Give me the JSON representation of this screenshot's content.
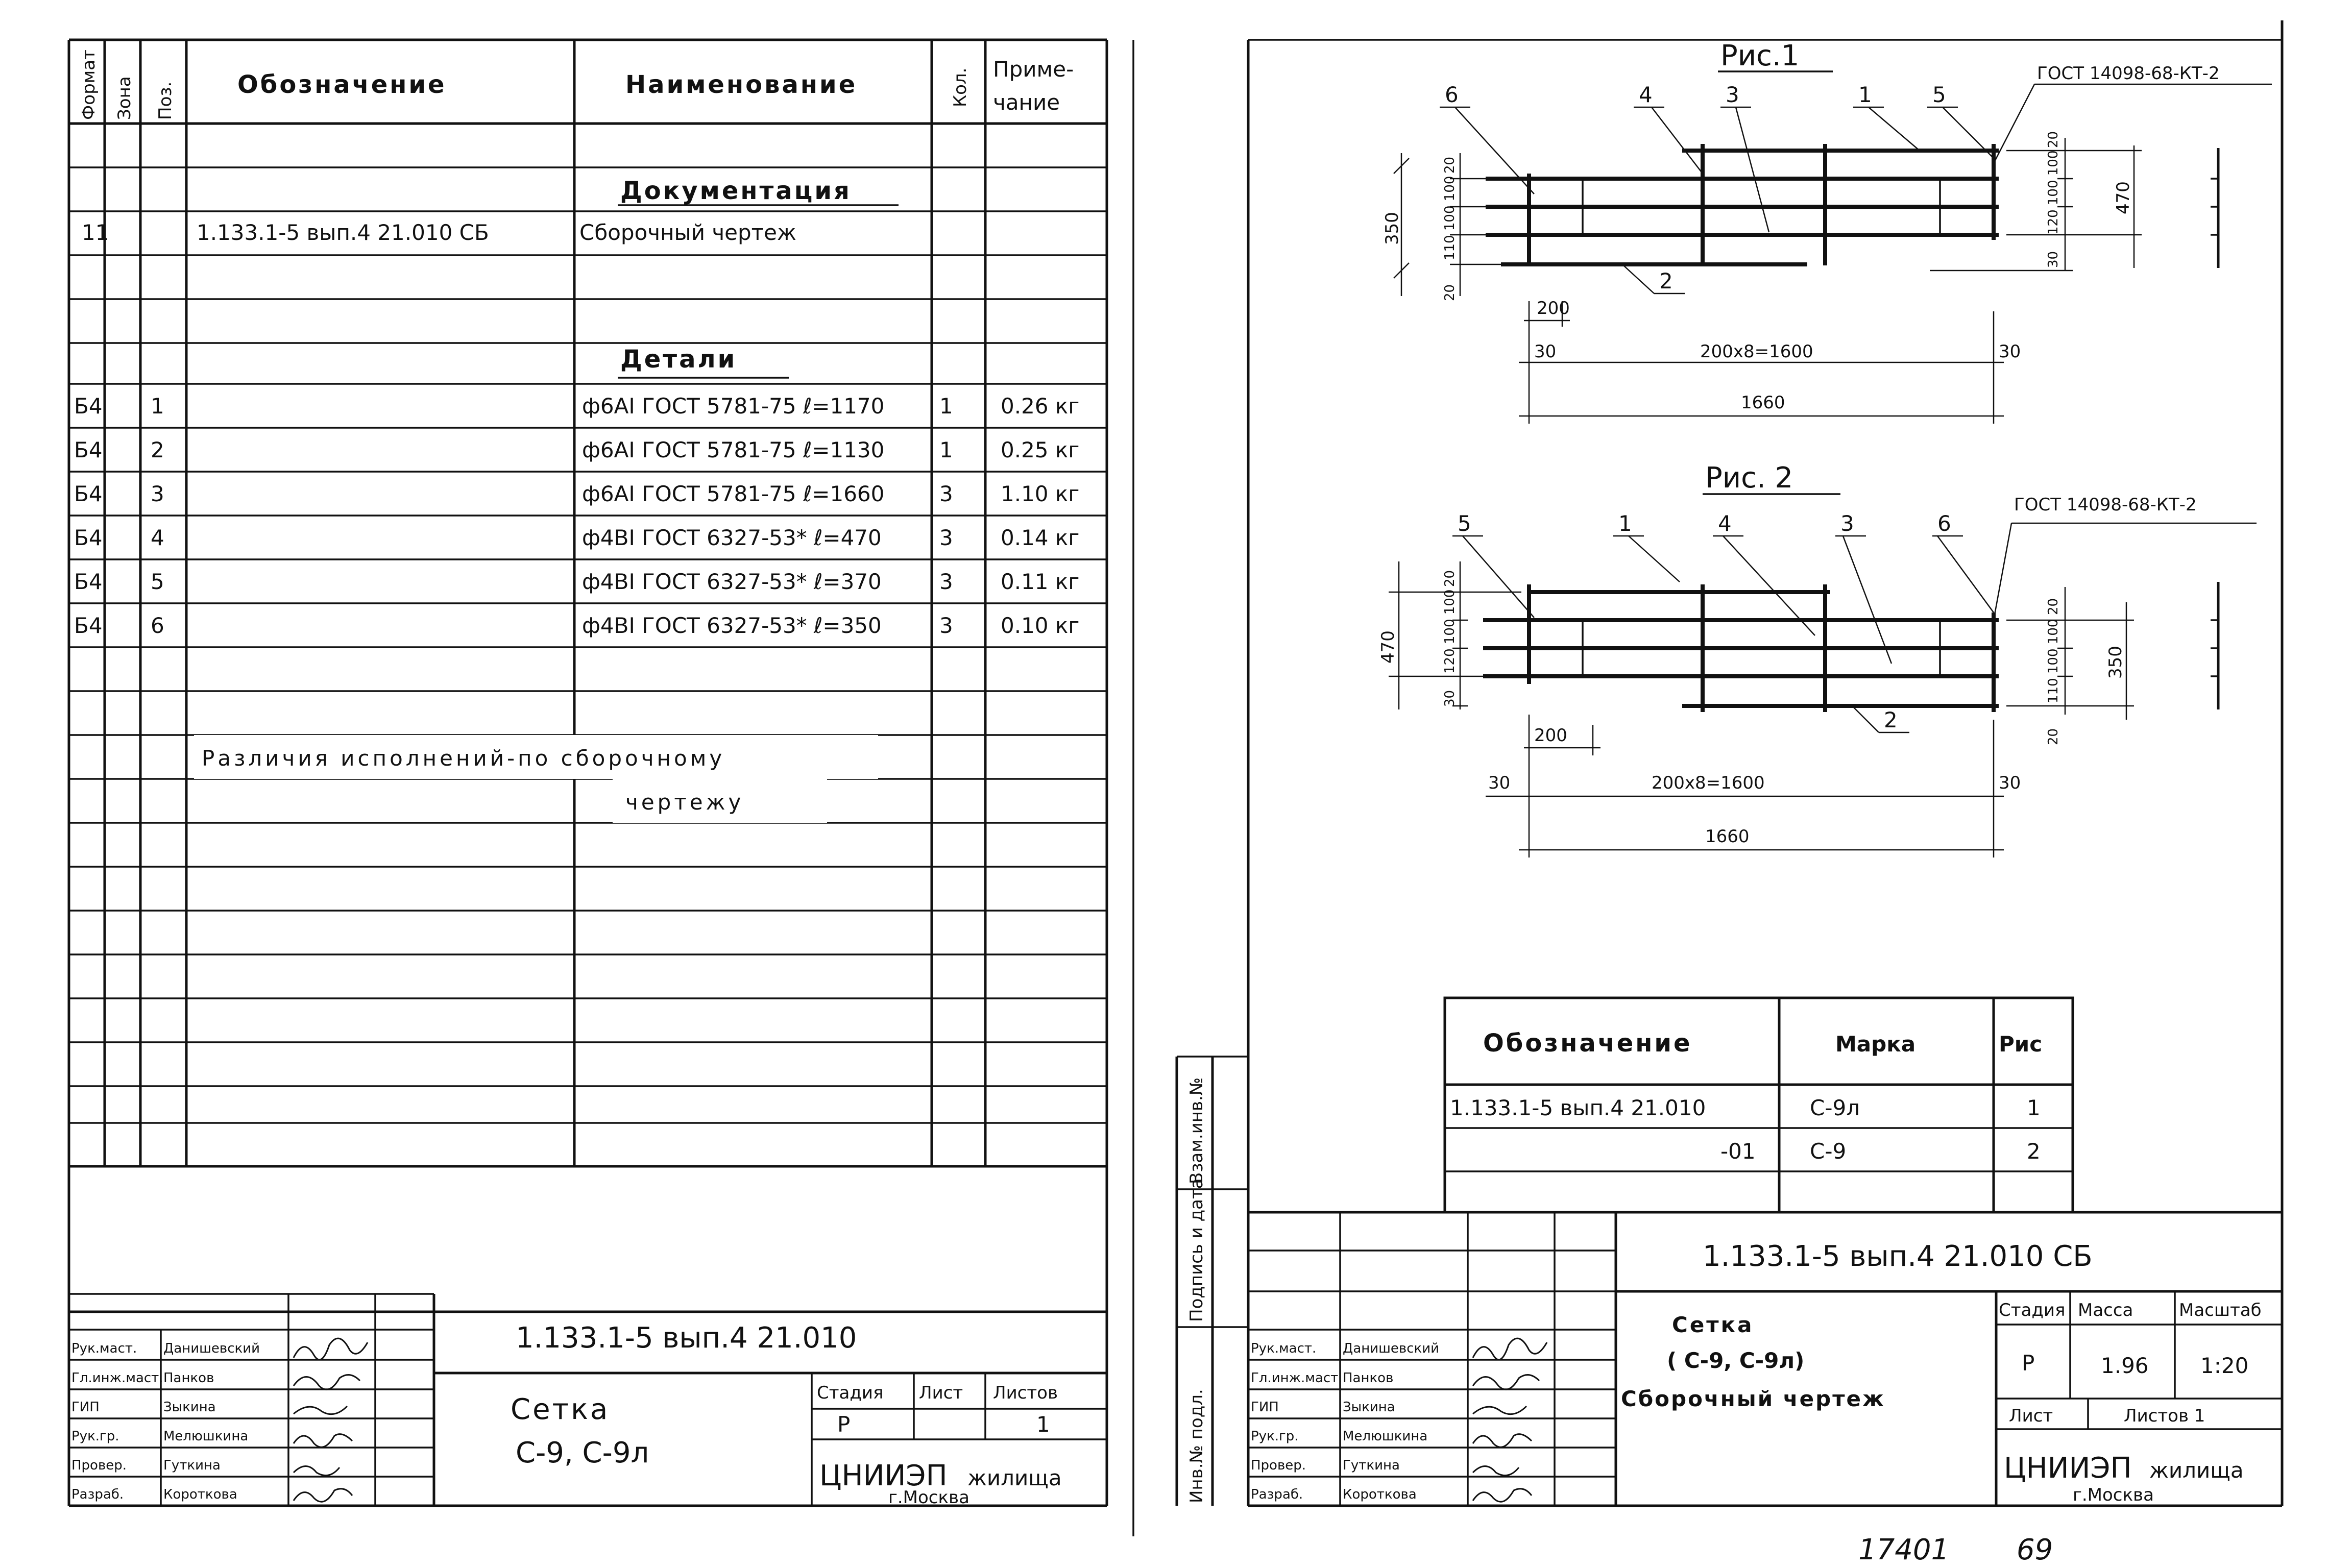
{
  "spec": {
    "header": {
      "format": "Формат",
      "zone": "Зона",
      "pos": "Поз.",
      "designation": "Обозначение",
      "name": "Наименование",
      "qty": "Кол.",
      "note1": "Приме-",
      "note2": "чание"
    },
    "section_docs": "Документация",
    "doc_row": {
      "format": "11",
      "designation": "1.133.1-5 вып.4 21.010 СБ",
      "name": "Сборочный чертеж"
    },
    "section_parts": "Детали",
    "rows": [
      {
        "format": "Б4",
        "pos": "1",
        "name": "ф6АI ГОСТ 5781-75 ℓ=1170",
        "qty": "1",
        "note": "0.26 кг"
      },
      {
        "format": "Б4",
        "pos": "2",
        "name": "ф6АI ГОСТ 5781-75 ℓ=1130",
        "qty": "1",
        "note": "0.25 кг"
      },
      {
        "format": "Б4",
        "pos": "3",
        "name": "ф6АI ГОСТ 5781-75 ℓ=1660",
        "qty": "3",
        "note": "1.10 кг"
      },
      {
        "format": "Б4",
        "pos": "4",
        "name": "ф4ВI ГОСТ 6327-53* ℓ=470",
        "qty": "3",
        "note": "0.14 кг"
      },
      {
        "format": "Б4",
        "pos": "5",
        "name": "ф4ВI ГОСТ 6327-53* ℓ=370",
        "qty": "3",
        "note": "0.11 кг"
      },
      {
        "format": "Б4",
        "pos": "6",
        "name": "ф4ВI ГОСТ 6327-53* ℓ=350",
        "qty": "3",
        "note": "0.10 кг"
      }
    ],
    "variants_note_1": "Различия исполнений-по сборочному",
    "variants_note_2": "чертежу"
  },
  "left_stamp": {
    "code": "1.133.1-5 вып.4 21.010",
    "title1": "Сетка",
    "title2": "С-9, С-9л",
    "stage_label": "Стадия",
    "sheet_label": "Лист",
    "sheets_label": "Листов",
    "stage": "Р",
    "sheets": "1",
    "org1": "ЦНИИЭП",
    "org2": "жилища",
    "org3": "г.Москва",
    "people": [
      {
        "role": "Рук.маст.",
        "name": "Данишевский"
      },
      {
        "role": "Гл.инж.маст.",
        "name": "Панков"
      },
      {
        "role": "ГИП",
        "name": "Зыкина"
      },
      {
        "role": "Рук.гр.",
        "name": "Мелюшкина"
      },
      {
        "role": "Провер.",
        "name": "Гуткина"
      },
      {
        "role": "Разраб.",
        "name": "Короткова"
      }
    ]
  },
  "side_labels": {
    "inv_orig": "Инв.№ подл.",
    "sign_date": "Подпись и дата",
    "inv_repl": "Взам.инв.№"
  },
  "fig1": {
    "title": "Рис.1",
    "gost": "ГОСТ 14098-68-КТ-2",
    "callouts": [
      "6",
      "4",
      "3",
      "1",
      "5",
      "2"
    ],
    "dims": {
      "step": "200",
      "left_off": "30",
      "span": "200х8=1600",
      "right_off": "30",
      "total": "1660",
      "left_total": "350",
      "left_top": "20",
      "left_chain": "110 100 100",
      "left_bottom": "20",
      "right_top": "20",
      "right_chain": "120 100 100",
      "right_bottom": "30",
      "right_total": "470"
    }
  },
  "fig2": {
    "title": "Рис. 2",
    "gost": "ГОСТ 14098-68-КТ-2",
    "callouts": [
      "5",
      "1",
      "4",
      "3",
      "6",
      "2"
    ],
    "dims": {
      "step": "200",
      "left_off": "30",
      "span": "200х8=1600",
      "right_off": "30",
      "total": "1660",
      "left_total": "470",
      "left_top": "20",
      "left_chain": "120 100 100",
      "left_bottom": "30",
      "right_top": "20",
      "right_chain": "110 100 100",
      "right_bottom": "20",
      "right_total": "350"
    }
  },
  "marks_table": {
    "header": {
      "designation": "Обозначение",
      "mark": "Марка",
      "fig": "Рис"
    },
    "rows": [
      {
        "designation": "1.133.1-5 вып.4 21.010",
        "mark": "С-9л",
        "fig": "1"
      },
      {
        "designation": "-01",
        "mark": "С-9",
        "fig": "2"
      }
    ]
  },
  "right_stamp": {
    "code": "1.133.1-5 вып.4 21.010 СБ",
    "title1": "Сетка",
    "title2": "( С-9, С-9л)",
    "title3": "Сборочный чертеж",
    "stage_label": "Стадия",
    "mass_label": "Масса",
    "scale_label": "Масштаб",
    "stage": "Р",
    "mass": "1.96",
    "scale": "1:20",
    "sheet_label": "Лист",
    "sheets_label": "Листов 1",
    "org1": "ЦНИИЭП",
    "org2": "жилища",
    "org3": "г.Москва",
    "people": [
      {
        "role": "Рук.маст.",
        "name": "Данишевский"
      },
      {
        "role": "Гл.инж.маст.",
        "name": "Панков"
      },
      {
        "role": "ГИП",
        "name": "Зыкина"
      },
      {
        "role": "Рук.гр.",
        "name": "Мелюшкина"
      },
      {
        "role": "Провер.",
        "name": "Гуткина"
      },
      {
        "role": "Разраб.",
        "name": "Короткова"
      }
    ]
  },
  "footer": {
    "num1": "17401",
    "num2": "69"
  }
}
